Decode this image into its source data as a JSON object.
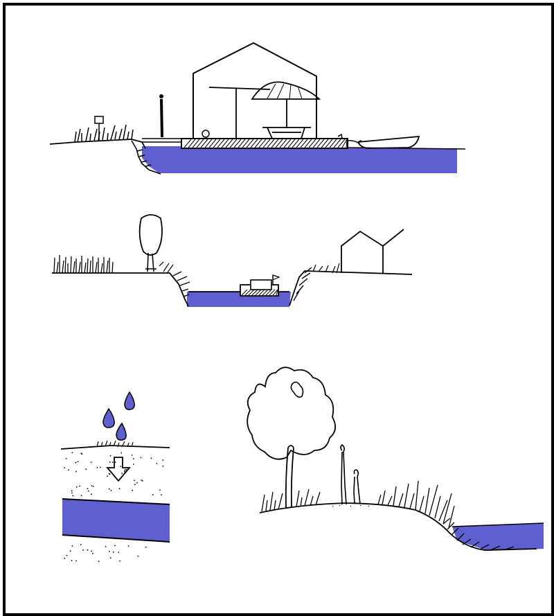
{
  "colors": {
    "water": "#5f5fcf",
    "ink": "#000000",
    "paper": "#ffffff",
    "frame": "#000000"
  },
  "panels": [
    {
      "id": "pavilion-on-water",
      "elements": [
        "grass-bank",
        "signpost",
        "standing-person",
        "gable-house",
        "umbrella",
        "picnic-table",
        "hatched-deck",
        "rowboat",
        "water-body"
      ]
    },
    {
      "id": "sunken-channel",
      "elements": [
        "tall-grass",
        "shrub",
        "channel-water",
        "floating-platform",
        "flag",
        "small-house"
      ]
    },
    {
      "id": "rain-infiltration",
      "elements": [
        "raindrops",
        "soil-surface",
        "down-arrow",
        "soil-dots",
        "groundwater-layer"
      ]
    },
    {
      "id": "tree-slope-stream",
      "elements": [
        "deciduous-tree",
        "figures",
        "grass-tufts",
        "sloped-bank",
        "stream-water"
      ]
    }
  ]
}
